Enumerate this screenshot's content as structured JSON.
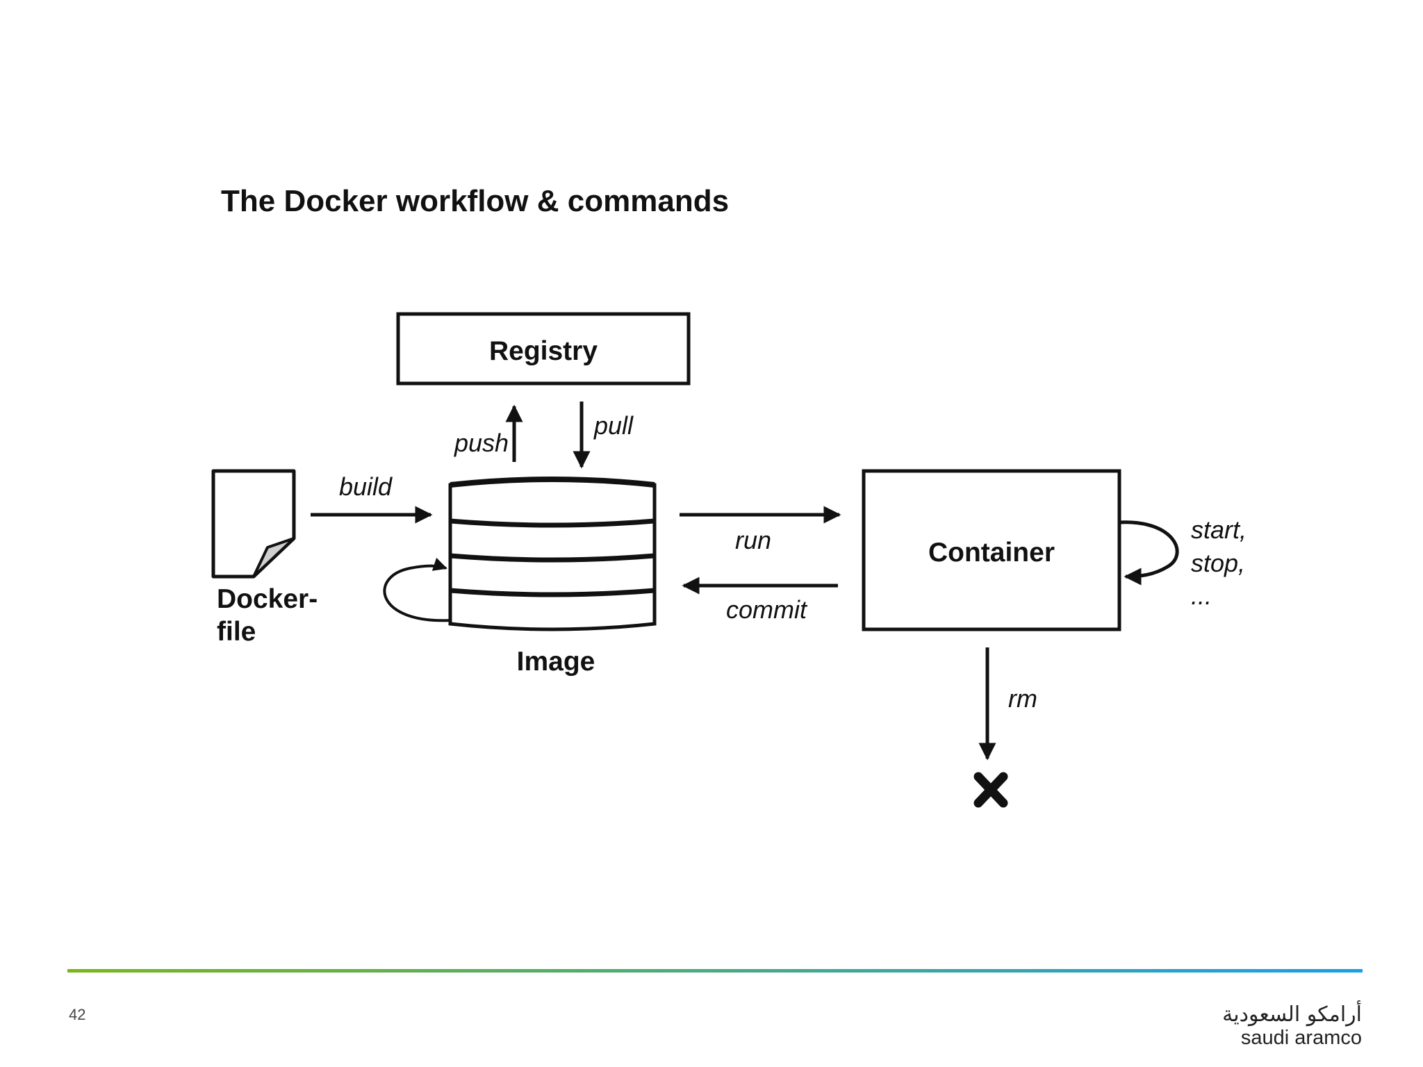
{
  "slide": {
    "title": "The Docker workflow & commands",
    "page_number": "42"
  },
  "diagram": {
    "nodes": {
      "registry": "Registry",
      "dockerfile_line1": "Docker-",
      "dockerfile_line2": "file",
      "image": "Image",
      "container": "Container"
    },
    "commands": {
      "push": "push",
      "pull": "pull",
      "build": "build",
      "run": "run",
      "commit": "commit",
      "lifecycle_line1": "start,",
      "lifecycle_line2": "stop,",
      "lifecycle_line3": "...",
      "rm": "rm"
    },
    "removed_marker_icon": "cross-icon"
  },
  "footer": {
    "gradient_start": "#7ab51d",
    "gradient_end": "#1b9ee6",
    "logo_arabic": "أرامكو السعودية",
    "logo_english": "saudi aramco"
  }
}
